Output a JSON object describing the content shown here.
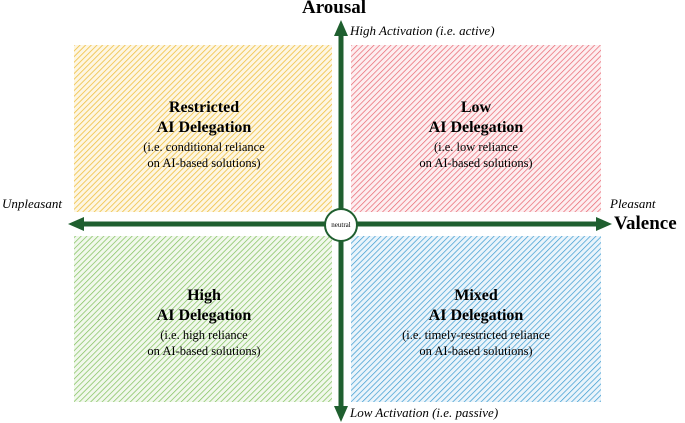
{
  "axes": {
    "y_title": "Arousal",
    "x_title": "Valence",
    "top_note": "High Activation (i.e. active)",
    "bottom_note": "Low Activation (i.e. passive)",
    "left_note": "Unpleasant",
    "right_note": "Pleasant",
    "center": "neutral"
  },
  "quadrants": {
    "top_left": {
      "title_line1": "Restricted",
      "title_line2": "AI Delegation",
      "sub_line1": "(i.e. conditional reliance",
      "sub_line2": "on AI-based solutions)",
      "color": "#f0c040"
    },
    "top_right": {
      "title_line1": "Low",
      "title_line2": "AI Delegation",
      "sub_line1": "(i.e. low reliance",
      "sub_line2": "on AI-based solutions)",
      "color": "#e8646e"
    },
    "bottom_left": {
      "title_line1": "High",
      "title_line2": "AI Delegation",
      "sub_line1": "(i.e. high reliance",
      "sub_line2": "on AI-based solutions)",
      "color": "#7fbf5a"
    },
    "bottom_right": {
      "title_line1": "Mixed",
      "title_line2": "AI Delegation",
      "sub_line1": "(i.e. timely-restricted reliance",
      "sub_line2": "on AI-based solutions)",
      "color": "#3a9ad0"
    }
  },
  "colors": {
    "axis": "#1f5f2f"
  }
}
